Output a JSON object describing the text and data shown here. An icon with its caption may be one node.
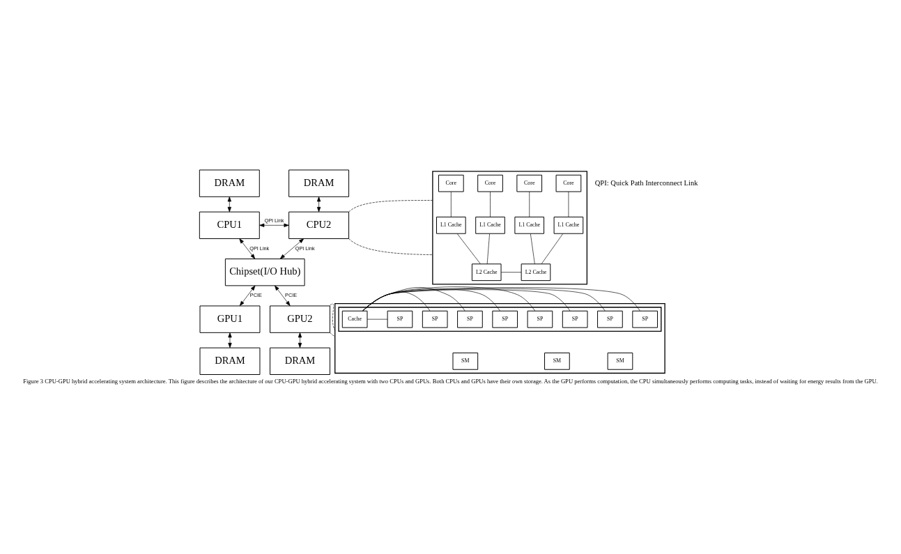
{
  "diagram": {
    "caption": "Figure 3 CPU-GPU hybrid accelerating system architecture. This figure describes the architecture of our CPU-GPU hybrid accelerating system with two CPUs and GPUs. Both CPUs and GPUs have their own storage. As the GPU performs computation, the CPU simultaneously performs computing tasks, instead of waiting for energy results from the GPU.",
    "nodes": [
      {
        "text": [
          "DRAM"
        ]
      },
      {
        "text": [
          "DRAM"
        ]
      },
      {
        "text": [
          "CPU1"
        ]
      },
      {
        "text": [
          "CPU2"
        ]
      },
      {
        "text": [
          "Chipset(I/O Hub)"
        ]
      },
      {
        "text": [
          "GPU1"
        ]
      },
      {
        "text": [
          "GPU2"
        ]
      },
      {
        "text": [
          "DRAM"
        ]
      },
      {
        "text": [
          "DRAM"
        ]
      },
      {
        "text": [],
        "shape": "box"
      },
      {
        "text": [
          "Core"
        ],
        "in": 9
      },
      {
        "text": [
          "Core"
        ],
        "in": 9
      },
      {
        "text": [
          "Core"
        ],
        "in": 9
      },
      {
        "text": [
          "Core"
        ],
        "in": 9
      },
      {
        "text": [
          "L1 Cache"
        ],
        "in": 9
      },
      {
        "text": [
          "L1 Cache"
        ],
        "in": 9
      },
      {
        "text": [
          "L1 Cache"
        ],
        "in": 9
      },
      {
        "text": [
          "L1 Cache"
        ],
        "in": 9
      },
      {
        "text": [
          "L2 Cache"
        ],
        "in": 9
      },
      {
        "text": [
          "L2 Cache"
        ],
        "in": 9
      },
      {
        "text": [],
        "shape": "box"
      },
      {
        "text": [],
        "shape": "box",
        "in": 20
      },
      {
        "text": [
          "Cache"
        ],
        "in": 21
      },
      {
        "text": [
          "SP"
        ],
        "in": 21
      },
      {
        "text": [
          "SP"
        ],
        "in": 21
      },
      {
        "text": [
          "SP"
        ],
        "in": 21
      },
      {
        "text": [
          "SP"
        ],
        "in": 21
      },
      {
        "text": [
          "SP"
        ],
        "in": 21
      },
      {
        "text": [
          "SP"
        ],
        "in": 21
      },
      {
        "text": [
          "SP"
        ],
        "in": 21
      },
      {
        "text": [
          "SP"
        ],
        "in": 21
      },
      {
        "text": [
          "SM"
        ],
        "in": 20
      },
      {
        "text": [
          "SM"
        ],
        "in": 20
      },
      {
        "text": [
          "SM"
        ],
        "in": 20
      }
    ],
    "edges": [
      {
        "from": 0,
        "to": 2,
        "arrow": "both"
      },
      {
        "from": 1,
        "to": 3,
        "arrow": "both"
      },
      {
        "from": 2,
        "to": 3,
        "arrow": "both",
        "label": "QPI Link"
      },
      {
        "from": 2,
        "to": 4,
        "arrow": "both",
        "label": "QPI Link"
      },
      {
        "from": 3,
        "to": 4,
        "arrow": "both",
        "label": "QPI Link"
      },
      {
        "from": 4,
        "to": 5,
        "arrow": "both",
        "label": "PCIE"
      },
      {
        "from": 4,
        "to": 6,
        "arrow": "both",
        "label": "PCIE"
      },
      {
        "from": 5,
        "to": 7,
        "arrow": "both"
      },
      {
        "from": 6,
        "to": 8,
        "arrow": "both"
      },
      {
        "from": 3,
        "to": 9,
        "arrow": "none",
        "style": "dashed"
      },
      {
        "from": 3,
        "to": 9,
        "arrow": "none",
        "style": "dashed"
      },
      {
        "from": 10,
        "to": 14,
        "arrow": "none"
      },
      {
        "from": 11,
        "to": 15,
        "arrow": "none"
      },
      {
        "from": 12,
        "to": 16,
        "arrow": "none"
      },
      {
        "from": 13,
        "to": 17,
        "arrow": "none"
      },
      {
        "from": 14,
        "to": 18,
        "arrow": "none"
      },
      {
        "from": 15,
        "to": 18,
        "arrow": "none"
      },
      {
        "from": 16,
        "to": 19,
        "arrow": "none"
      },
      {
        "from": 17,
        "to": 19,
        "arrow": "none"
      },
      {
        "from": 18,
        "to": 19,
        "arrow": "none"
      },
      {
        "from": 6,
        "to": 20,
        "arrow": "none",
        "style": "dashed"
      },
      {
        "from": 6,
        "to": 20,
        "arrow": "none",
        "style": "dashed"
      },
      {
        "from": 22,
        "to": 23,
        "arrow": "none"
      },
      {
        "from": 22,
        "to": 24,
        "arrow": "none"
      },
      {
        "from": 22,
        "to": 25,
        "arrow": "none"
      },
      {
        "from": 22,
        "to": 26,
        "arrow": "none"
      },
      {
        "from": 22,
        "to": 27,
        "arrow": "none"
      },
      {
        "from": 22,
        "to": 28,
        "arrow": "none"
      },
      {
        "from": 22,
        "to": 29,
        "arrow": "none"
      },
      {
        "from": 22,
        "to": 30,
        "arrow": "none"
      }
    ],
    "labels": [
      "QPI: Quick Path Interconnect Link"
    ]
  }
}
